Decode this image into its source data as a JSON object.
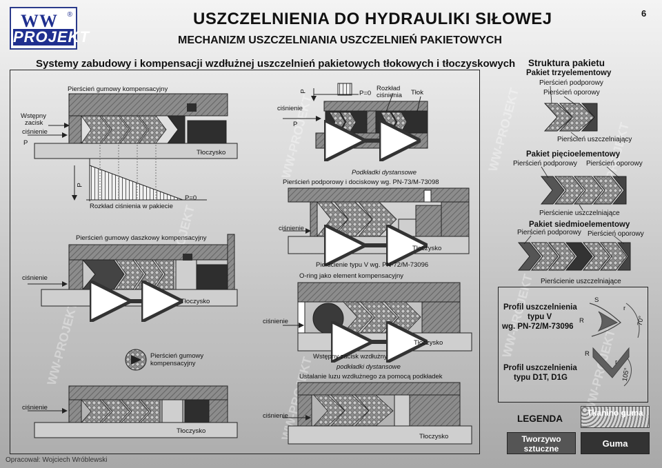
{
  "header": {
    "logo_top": "WW",
    "logo_reg": "®",
    "logo_band": "PROJEKT",
    "title": "USZCZELNIENIA DO HYDRAULIKI SIŁOWEJ",
    "subtitle": "MECHANIZM USZCZELNIANIA USZCZELNIEŃ PAKIETOWYCH",
    "section_title": "Systemy zabudowy i kompensacji wzdłużnej uszczelnień pakietowych tłokowych i tłoczyskowych",
    "page_number": "6"
  },
  "watermark_text": "WW-PROJEKT",
  "left": {
    "d1_top": "Pierścień gumowy kompensacyjny",
    "d1_wstepny": "Wstępny",
    "d1_zacisk": "zacisk",
    "d1_cisnienie": "ciśnienie",
    "d1_p": "P",
    "d1_tloczysko": "Tłoczysko",
    "d1_p_axis": "P",
    "d1_rozklad": "Rozkład ciśnienia w pakiecie",
    "d1_p0": "P=0",
    "d2_top": "Pierścień gumowy daszkowy kompensacyjny",
    "d2_cisnienie": "ciśnienie",
    "d2_tloczysko": "Tłoczysko",
    "d3_ring1": "Pierścień gumowy",
    "d3_ring2": "kompensacyjny",
    "d3_cisnienie": "ciśnienie",
    "d3_tloczysko": "Tłoczysko"
  },
  "middle": {
    "m1_p_axis": "P",
    "m1_p0": "P=0",
    "m1_rozklad1": "Rozkład",
    "m1_rozklad2": "ciśnienia",
    "m1_tlok": "Tłok",
    "m1_cisnienie": "ciśnienie",
    "m1_p": "P",
    "m2_podkladki": "Podkładki dystansowe",
    "m2_pierscien": "Pierścień podporowy i dociskowy wg. PN-73/M-73098",
    "m2_cisnienie": "ciśnienie",
    "m2_tloczysko": "Tłoczysko",
    "m2_typv": "Pierścienie typu V wg. PN-72/M-73096",
    "m3_oring": "O-ring jako element kompensacyjny",
    "m3_cisnienie": "ciśnienie",
    "m3_tloczysko": "Tłoczysko",
    "m3_zacisk": "Wstępny zacisk wzdłużny",
    "m4_podkladki": "podkładki dystansowe",
    "m4_ustalanie": "Ustalanie luzu wzdłużnego za pomocą podkładek",
    "m4_cisnienie": "ciśnienie",
    "m4_tloczysko": "Tłoczysko"
  },
  "right": {
    "struktura": "Struktura pakietu",
    "trzy": "Pakiet trzyelementowy",
    "trzy_podporowy": "Pierścień podporowy",
    "trzy_oporowy": "Pierścień oporowy",
    "trzy_uszczelniajacy": "Pierścień uszczelniający",
    "piec": "Pakiet pięcioelementowy",
    "piec_podporowy": "Pierścień podporowy",
    "piec_oporowy": "Pierścień oporowy",
    "piec_uszczelniajace": "Pierścienie uszczelniające",
    "siedem": "Pakiet siedmioelementowy",
    "siedem_podporowy": "Pierścień podporowy",
    "siedem_oporowy": "Pierścień oporowy",
    "siedem_uszczelniajace": "Pierścienie uszczelniające",
    "profil_v1": "Profil uszczelnienia",
    "profil_v2": "typu V",
    "profil_v3": "wg. PN-72/M-73096",
    "profil_v_angle": "70°",
    "profil_v_r": "R",
    "profil_v_r2": "r",
    "profil_v_s": "S",
    "profil_d1": "Profil uszczelnienia",
    "profil_d2": "typu D1T, D1G",
    "profil_d_angle": "105°",
    "profil_d_r": "R",
    "profil_d_r2": "r"
  },
  "legend": {
    "title": "LEGENDA",
    "tkanino": "Tkanino guma",
    "tworzywo": "Tworzywo sztuczne",
    "guma": "Guma"
  },
  "credit": "Opracował: Wojciech Wróblewski",
  "colors": {
    "metal": "#8a8a8a",
    "metal_dark": "#5e5e5e",
    "rubber": "#2e2e2e",
    "fabric": "#9a9a9a",
    "rod": "#cfcfcf",
    "logo_blue": "#1f2f8f",
    "legend_plastic": "#555555",
    "legend_rubber": "#333333"
  }
}
